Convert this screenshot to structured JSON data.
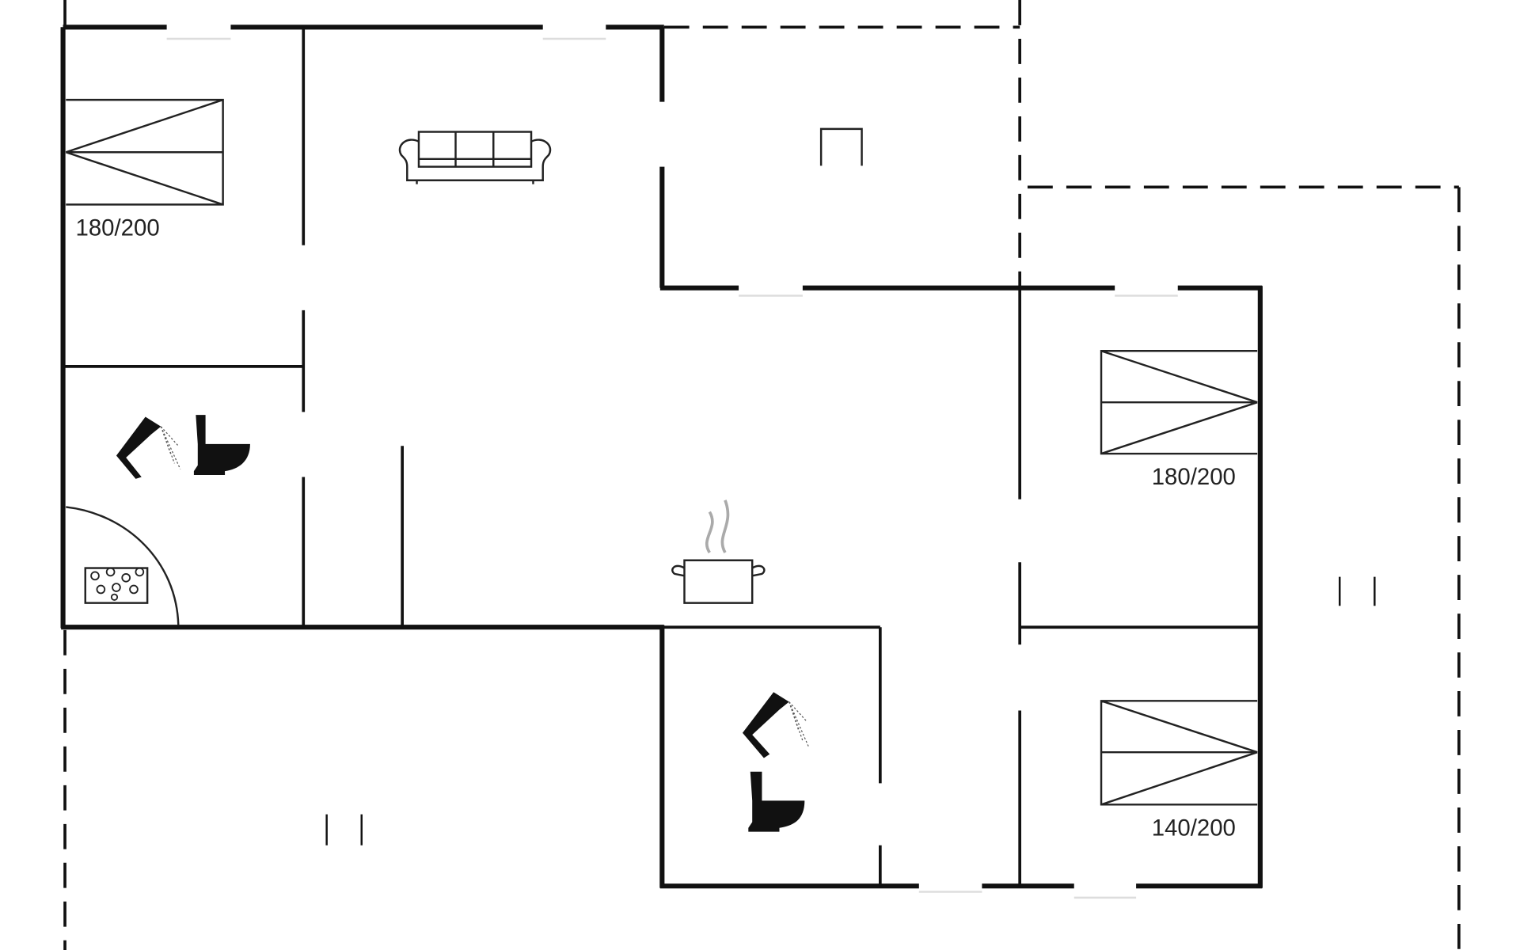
{
  "floorplan": {
    "bed_labels": [
      "180/200",
      "180/200",
      "140/200"
    ]
  }
}
